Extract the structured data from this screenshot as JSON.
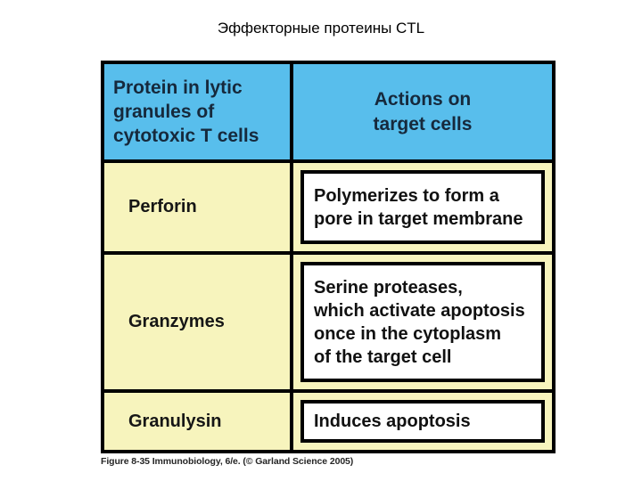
{
  "page": {
    "title": "Эффекторные протеины CTL",
    "caption": "Figure 8-35  Immunobiology, 6/e. (© Garland Science 2005)"
  },
  "table": {
    "headers": {
      "left": "Protein in lytic\ngranules of\ncytotoxic T cells",
      "right": "Actions on\ntarget cells"
    },
    "rows": [
      {
        "protein": "Perforin",
        "action": "Polymerizes to form a\npore in target membrane"
      },
      {
        "protein": "Granzymes",
        "action": "Serine proteases,\nwhich activate apoptosis\nonce in the cytoplasm\nof the target cell"
      },
      {
        "protein": "Granulysin",
        "action": "Induces apoptosis"
      }
    ],
    "colors": {
      "header_bg": "#58BEEC",
      "header_text": "#16293C",
      "row_bg": "#F7F4BD",
      "action_box_bg": "#FFFFFF",
      "body_text": "#111111",
      "border": "#000000"
    }
  }
}
